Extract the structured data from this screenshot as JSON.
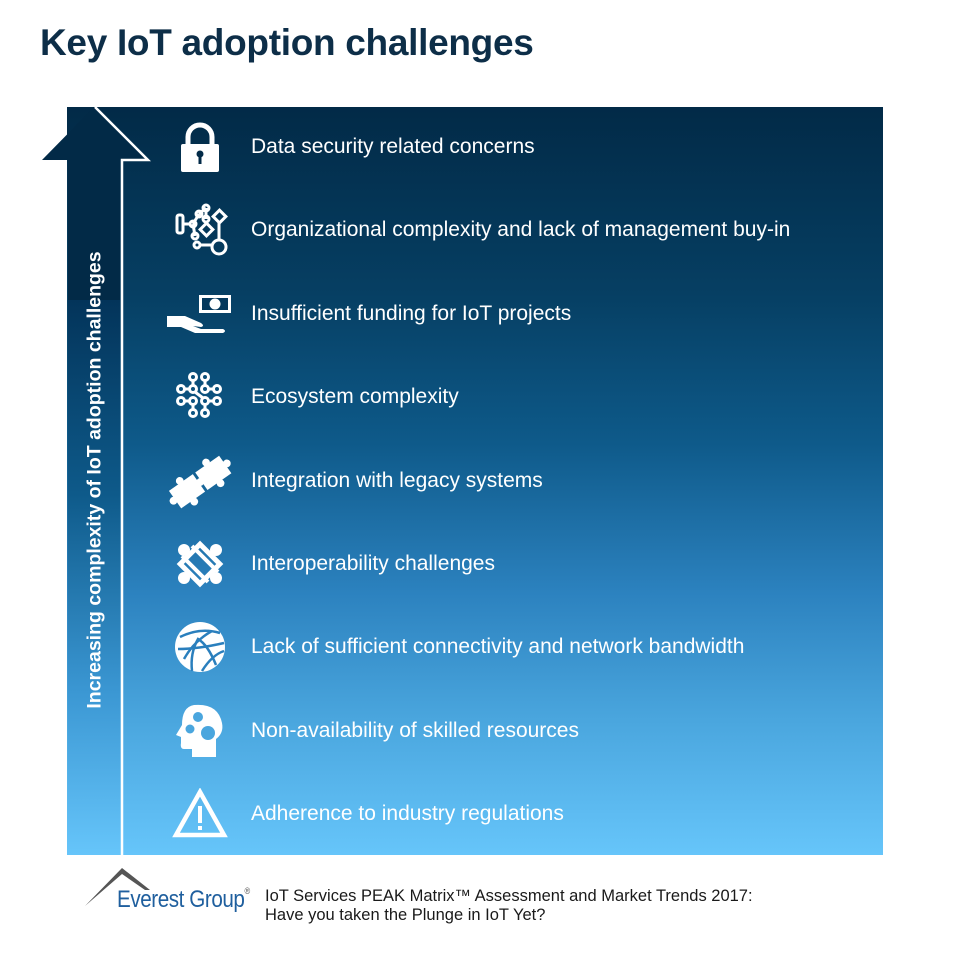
{
  "title": "Key IoT adoption challenges",
  "axis_label": "Increasing complexity of IoT adoption challenges",
  "colors": {
    "title": "#0d2e48",
    "panel_top": "#022a47",
    "panel_bottom": "#66c5fa",
    "icon": "#ffffff",
    "logo": "#1f5f9e"
  },
  "challenges": [
    {
      "icon": "lock-icon",
      "label": "Data security related concerns"
    },
    {
      "icon": "org-chart-icon",
      "label": "Organizational complexity and lack of management buy-in"
    },
    {
      "icon": "hand-money-icon",
      "label": "Insufficient funding for IoT projects"
    },
    {
      "icon": "network-nodes-icon",
      "label": "Ecosystem complexity"
    },
    {
      "icon": "puzzle-icon",
      "label": "Integration with legacy systems"
    },
    {
      "icon": "interlock-icon",
      "label": "Interoperability challenges"
    },
    {
      "icon": "globe-network-icon",
      "label": "Lack of sufficient connectivity and network bandwidth"
    },
    {
      "icon": "head-gears-icon",
      "label": "Non-availability of skilled resources"
    },
    {
      "icon": "warning-icon",
      "label": "Adherence to industry regulations"
    }
  ],
  "footer": {
    "logo_text": "Everest Group",
    "logo_reg": "®",
    "line1": "IoT Services PEAK Matrix™ Assessment and Market Trends 2017:",
    "line2": "Have you taken the Plunge in IoT Yet?"
  }
}
